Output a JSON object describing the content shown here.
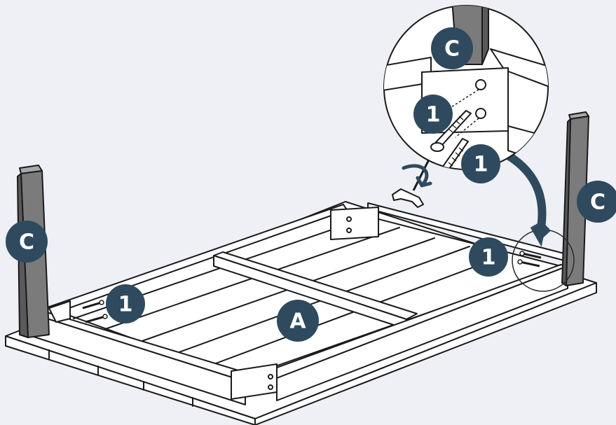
{
  "colors": {
    "background": "#eef0f5",
    "line": "#1a1a1a",
    "leg": "#7b7b7b",
    "badge": "#2f4a5e",
    "badge_text": "#ffffff",
    "panel": "#ffffff"
  },
  "labels": {
    "leg_left": "C",
    "leg_right": "C",
    "leg_detail": "C",
    "frame": "A",
    "screw_left": "1",
    "screw_right": "1",
    "screw_detail_upper": "1",
    "screw_detail_lower": "1"
  },
  "icons": {
    "screwdriver": "t-handle-hex-key-icon",
    "rotate_arrow": "rotate-clockwise-arrow-icon",
    "callout_arrow": "curved-callout-arrow-icon",
    "screw": "wood-screw-icon"
  }
}
